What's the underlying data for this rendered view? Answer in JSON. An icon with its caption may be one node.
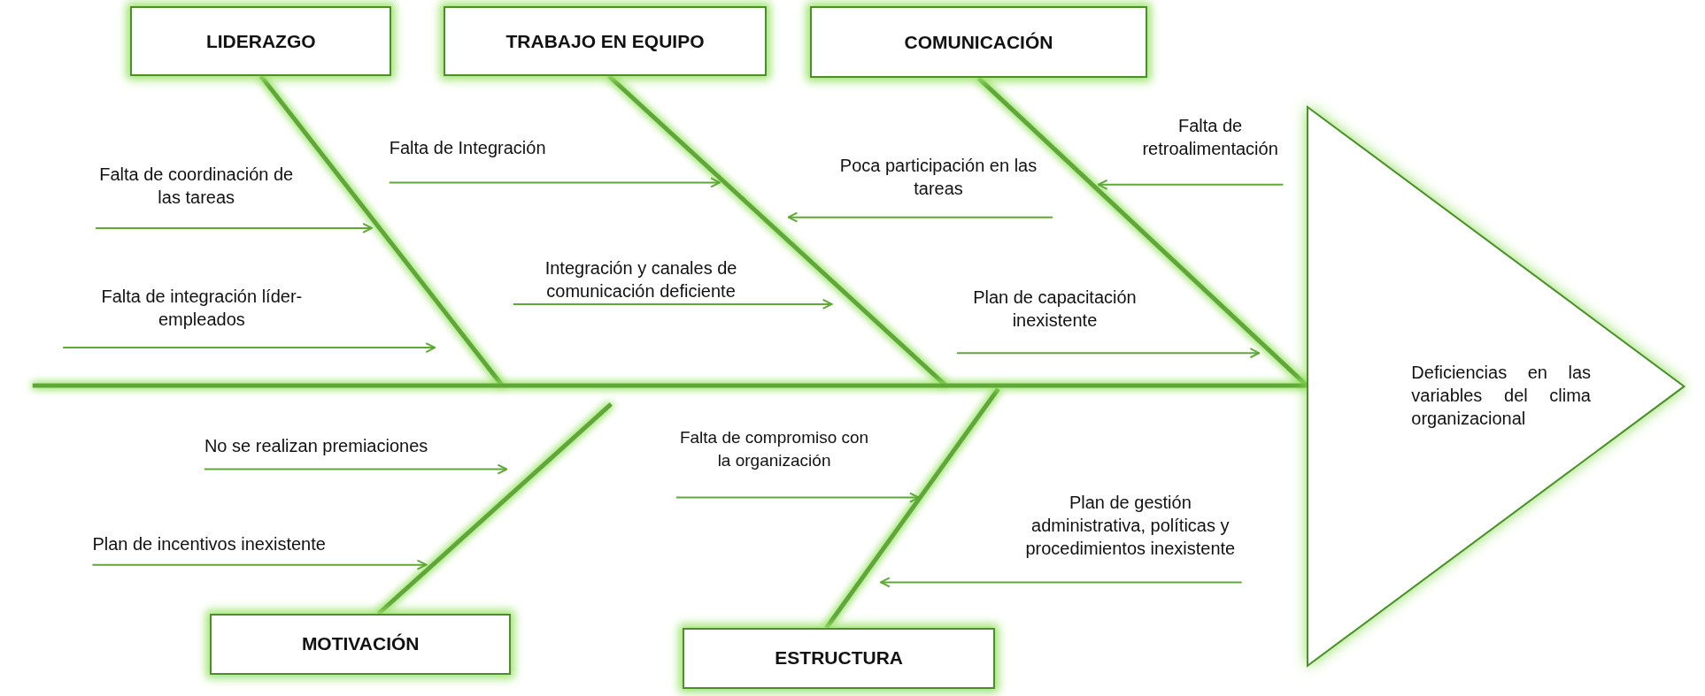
{
  "diagram": {
    "nodes": [
      {
        "text": [
          "LIDERAZGO"
        ]
      },
      {
        "text": [
          "TRABAJO EN EQUIPO"
        ]
      },
      {
        "text": [
          "COMUNICACIÓN"
        ]
      },
      {
        "text": [
          "MOTIVACIÓN"
        ]
      },
      {
        "text": [
          "ESTRUCTURA"
        ]
      },
      {
        "text": [
          "Deficiencias en las variables del clima organizacional"
        ]
      },
      {
        "text": [
          "Falta de coordinación de las tareas"
        ]
      },
      {
        "text": [
          "Falta de integración líder-empleados"
        ]
      },
      {
        "text": [
          "Falta de Integración"
        ]
      },
      {
        "text": [
          "Integración y canales de comunicación deficiente"
        ]
      },
      {
        "text": [
          "Poca participación en las tareas"
        ]
      },
      {
        "text": [
          "Falta de retroalimentación"
        ]
      },
      {
        "text": [
          "Plan de capacitación inexistente"
        ]
      },
      {
        "text": [
          "No se realizan premiaciones"
        ]
      },
      {
        "text": [
          "Plan de incentivos inexistente"
        ]
      },
      {
        "text": [
          "Falta de compromiso con la organización"
        ]
      },
      {
        "text": [
          "Plan de gestión administrativa, políticas y procedimientos inexistente"
        ]
      }
    ],
    "edges": [
      {
        "from": 0,
        "to": null,
        "arrow": "none",
        "style": "thick"
      },
      {
        "from": 1,
        "to": null,
        "arrow": "none",
        "style": "thick"
      },
      {
        "from": 2,
        "to": 5,
        "arrow": "none",
        "style": "thick"
      },
      {
        "from": 3,
        "to": null,
        "arrow": "none",
        "style": "thick"
      },
      {
        "from": 4,
        "to": null,
        "arrow": "none",
        "style": "thick"
      },
      {
        "from": null,
        "to": 5,
        "arrow": "none",
        "style": "thick"
      },
      {
        "from": 6,
        "to": null,
        "arrow": "to"
      },
      {
        "from": 7,
        "to": null,
        "arrow": "to"
      },
      {
        "from": 8,
        "to": null,
        "arrow": "to"
      },
      {
        "from": 9,
        "to": null,
        "arrow": "to"
      },
      {
        "from": 10,
        "to": null,
        "arrow": "to"
      },
      {
        "from": 11,
        "to": null,
        "arrow": "to"
      },
      {
        "from": 12,
        "to": null,
        "arrow": "to"
      },
      {
        "from": 13,
        "to": null,
        "arrow": "to"
      },
      {
        "from": 14,
        "to": null,
        "arrow": "to"
      },
      {
        "from": 15,
        "to": null,
        "arrow": "to"
      },
      {
        "from": 16,
        "to": null,
        "arrow": "to"
      }
    ]
  }
}
